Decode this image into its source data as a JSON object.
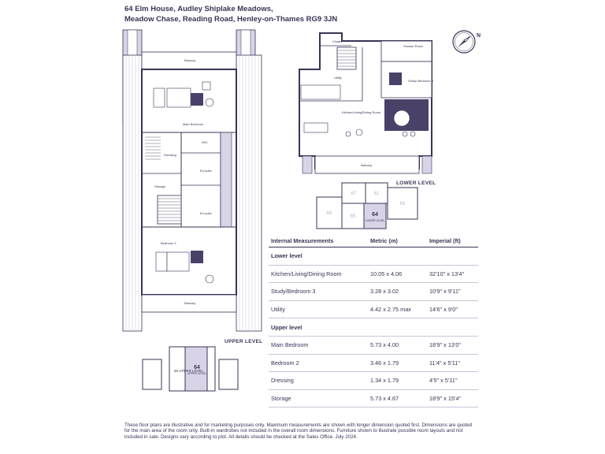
{
  "title": {
    "line1": "64 Elm House, Audley Shiplake Meadows,",
    "line2": "Meadow Chase, Reading Road, Henley-on-Thames RG9 3JN"
  },
  "compass": {
    "label": "N"
  },
  "upper_plan": {
    "level_label": "UPPER LEVEL",
    "rooms": {
      "balcony_top": "Balcony",
      "main_bedroom": "Main Bedroom",
      "wc": "W/C",
      "dressing": "Dressing",
      "ensuite1": "En-suite",
      "storage": "Storage",
      "ensuite2": "En-suite",
      "bedroom2": "Bedroom 2",
      "balcony_bottom": "Balcony"
    },
    "key": {
      "left_unit": "65 UPPER LEVEL",
      "this_unit": "64",
      "this_level": "UPPER LEVEL"
    }
  },
  "lower_plan": {
    "level_label": "LOWER LEVEL",
    "rooms": {
      "cloaks": "Cloaks",
      "shower_room": "Shower Room",
      "utility": "Utility",
      "study": "Study/ Bedroom 3",
      "kitchen": "Kitchen/Living/Dining Room",
      "balcony": "Balcony"
    },
    "key": {
      "u67": "67",
      "u62": "62",
      "u63": "63",
      "u66": "66",
      "u65": "65",
      "this_unit": "64",
      "this_level": "LOWER LEVEL"
    }
  },
  "measurements": {
    "headers": [
      "Internal Measurements",
      "Metric (m)",
      "Imperial (ft)"
    ],
    "sections": [
      {
        "name": "Lower level",
        "rows": [
          [
            "Kitchen/Living/Dining Room",
            "10.05 x 4.06",
            "32'10\" x 13'4\""
          ],
          [
            "Study/Bedroom 3",
            "3.28 x 3.02",
            "10'9\" x 9'11\""
          ],
          [
            "Utility",
            "4.42 x 2.75 max",
            "14'6\" x 9'0\""
          ]
        ]
      },
      {
        "name": "Upper level",
        "rows": [
          [
            "Main Bedroom",
            "5.73 x 4.00",
            "18'9\" x 13'0\""
          ],
          [
            "Bedroom 2",
            "3.46 x 1.79",
            "11'4\" x 5'11\""
          ],
          [
            "Dressing",
            "1.34 x 1.79",
            "4'5\" x 5'11\""
          ],
          [
            "Storage",
            "5.73 x 4.67",
            "18'9\" x 15'4\""
          ]
        ]
      }
    ]
  },
  "disclaimer": "These floor plans are illustrative and for marketing purposes only. Maximum measurements are shown with longer dimension quoted first. Dimensions are quoted for the main area of the room only. Built-in wardrobes not included in the overall room dimensions. Furniture shown to illustrate possible room layouts and not included in sale. Designs vary according to plot. All details should be checked at the Sales Office. July 2024.",
  "colors": {
    "ink": "#3b3356",
    "purple_fill": "#d8d3e6",
    "dark_fill": "#4a4168"
  }
}
